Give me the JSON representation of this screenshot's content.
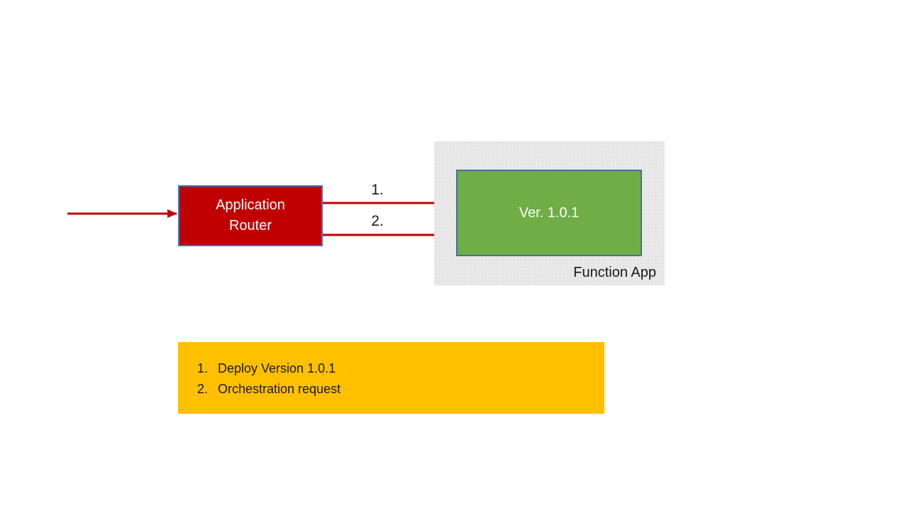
{
  "colors": {
    "arrow": "#C00000",
    "router-fill": "#C00000",
    "router-border": "#4472C4",
    "version-fill": "#70AD47",
    "version-border": "#41719C",
    "container-fill": "#E9E9E9",
    "legend-fill": "#FFC000",
    "text-dark": "#1A1A1A",
    "text-light": "#FFFFFF"
  },
  "diagram": {
    "router": {
      "label_line1": "Application",
      "label_line2": "Router"
    },
    "function_app": {
      "label": "Function App",
      "version_box": {
        "label": "Ver. 1.0.1"
      }
    },
    "arrows": {
      "arrow1_label": "1.",
      "arrow2_label": "2."
    }
  },
  "legend": {
    "items": [
      {
        "number": "1.",
        "text": "Deploy Version 1.0.1"
      },
      {
        "number": "2.",
        "text": "Orchestration request"
      }
    ]
  }
}
